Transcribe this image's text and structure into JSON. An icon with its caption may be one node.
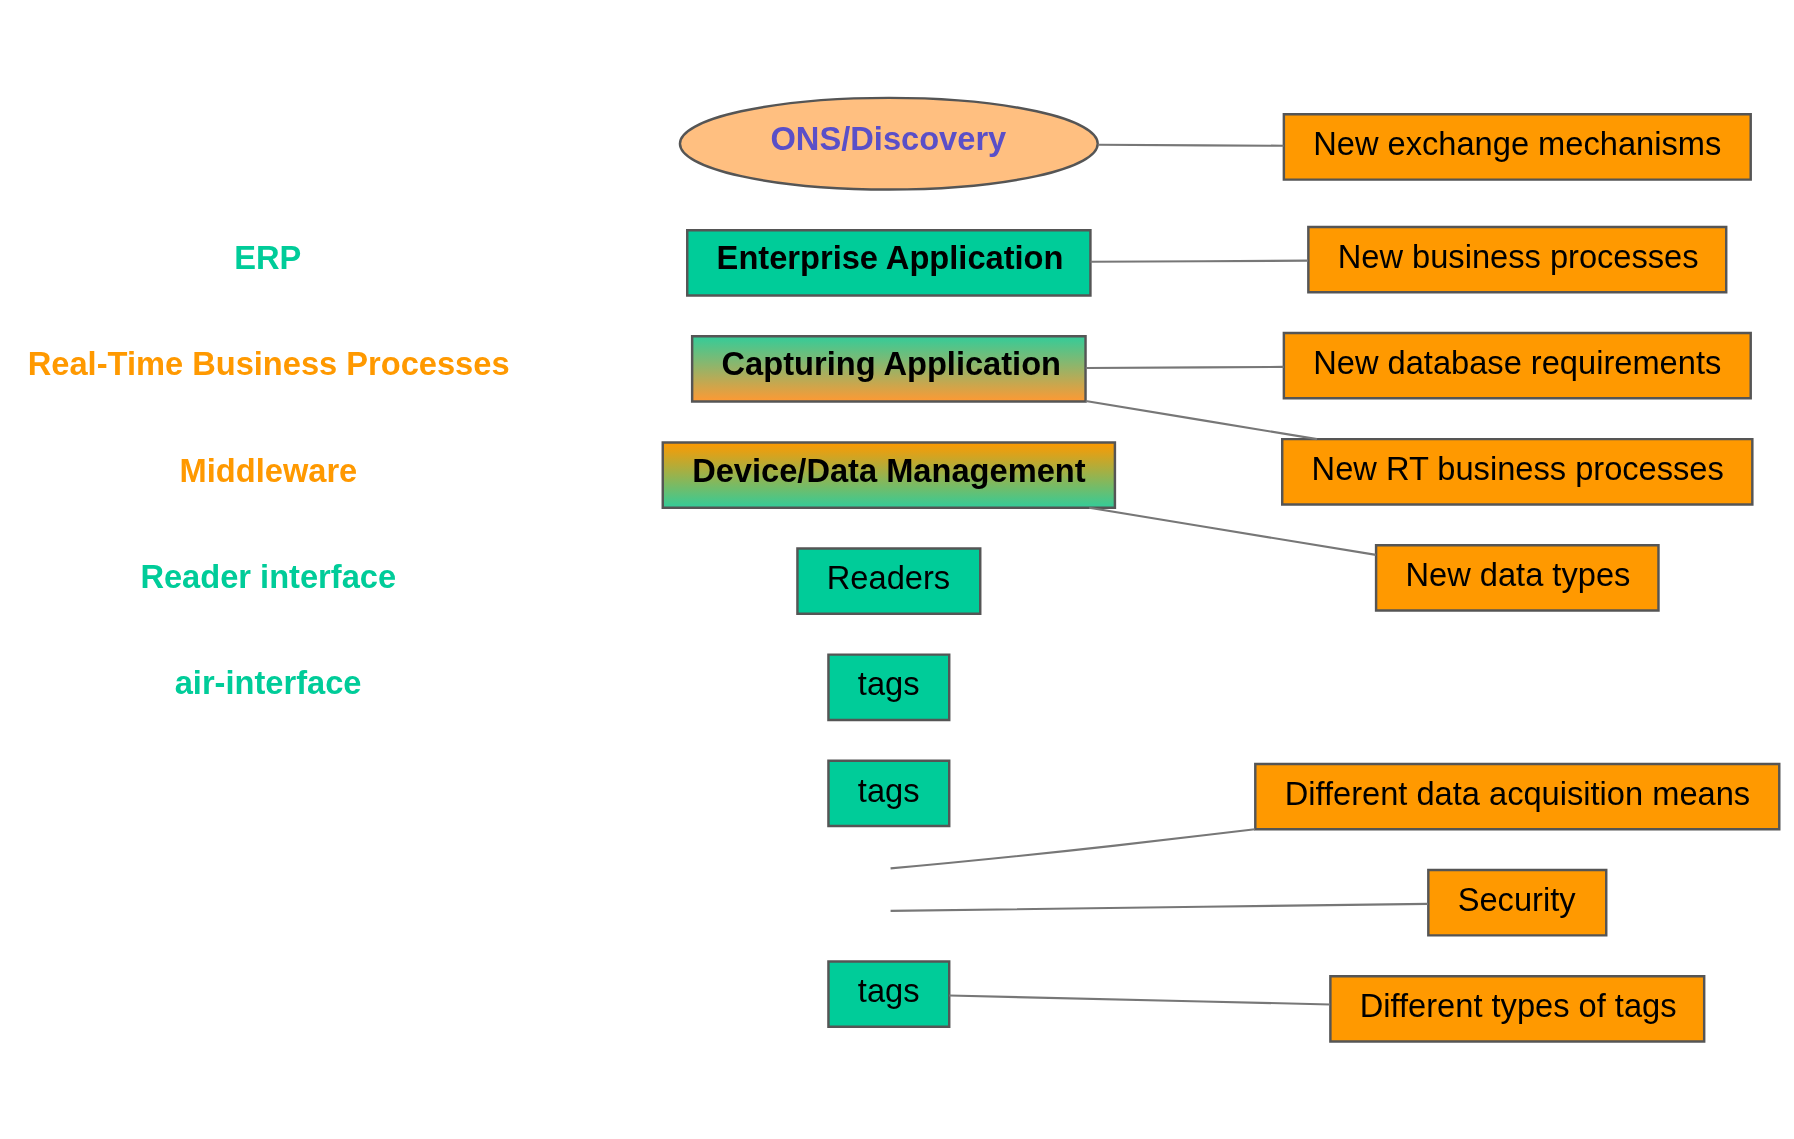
{
  "diagram": {
    "nodes": [
      {
        "text": [
          "ONS/Discovery"
        ]
      },
      {
        "text": [
          "Enterprise Application"
        ]
      },
      {
        "text": [
          "Capturing Application"
        ]
      },
      {
        "text": [
          "Device/Data Management"
        ]
      },
      {
        "text": [
          "Readers"
        ]
      },
      {
        "text": [
          "tags"
        ]
      },
      {
        "text": [
          "tags"
        ]
      },
      {
        "text": [
          "tags"
        ]
      },
      {
        "text": [
          "New exchange mechanisms"
        ]
      },
      {
        "text": [
          "New business processes"
        ]
      },
      {
        "text": [
          "New database requirements"
        ]
      },
      {
        "text": [
          "New RT business processes"
        ]
      },
      {
        "text": [
          "New data types"
        ]
      },
      {
        "text": [
          "Different data acquisition means"
        ]
      },
      {
        "text": [
          "Security"
        ]
      },
      {
        "text": [
          "Different types of tags"
        ]
      }
    ],
    "edges": [
      {
        "from": 0,
        "to": 8,
        "arrow": "none"
      },
      {
        "from": 1,
        "to": 9,
        "arrow": "none"
      },
      {
        "from": 2,
        "to": 10,
        "arrow": "none"
      },
      {
        "from": 2,
        "to": 11,
        "arrow": "none"
      },
      {
        "from": 3,
        "to": 12,
        "arrow": "none"
      },
      {
        "from": null,
        "to": 13,
        "arrow": "none"
      },
      {
        "from": null,
        "to": 14,
        "arrow": "none"
      },
      {
        "from": 7,
        "to": 15,
        "arrow": "none"
      }
    ],
    "labels": [
      "ERP",
      "Real-Time Business Processes",
      "Middleware",
      "Reader interface",
      "air-interface"
    ]
  }
}
